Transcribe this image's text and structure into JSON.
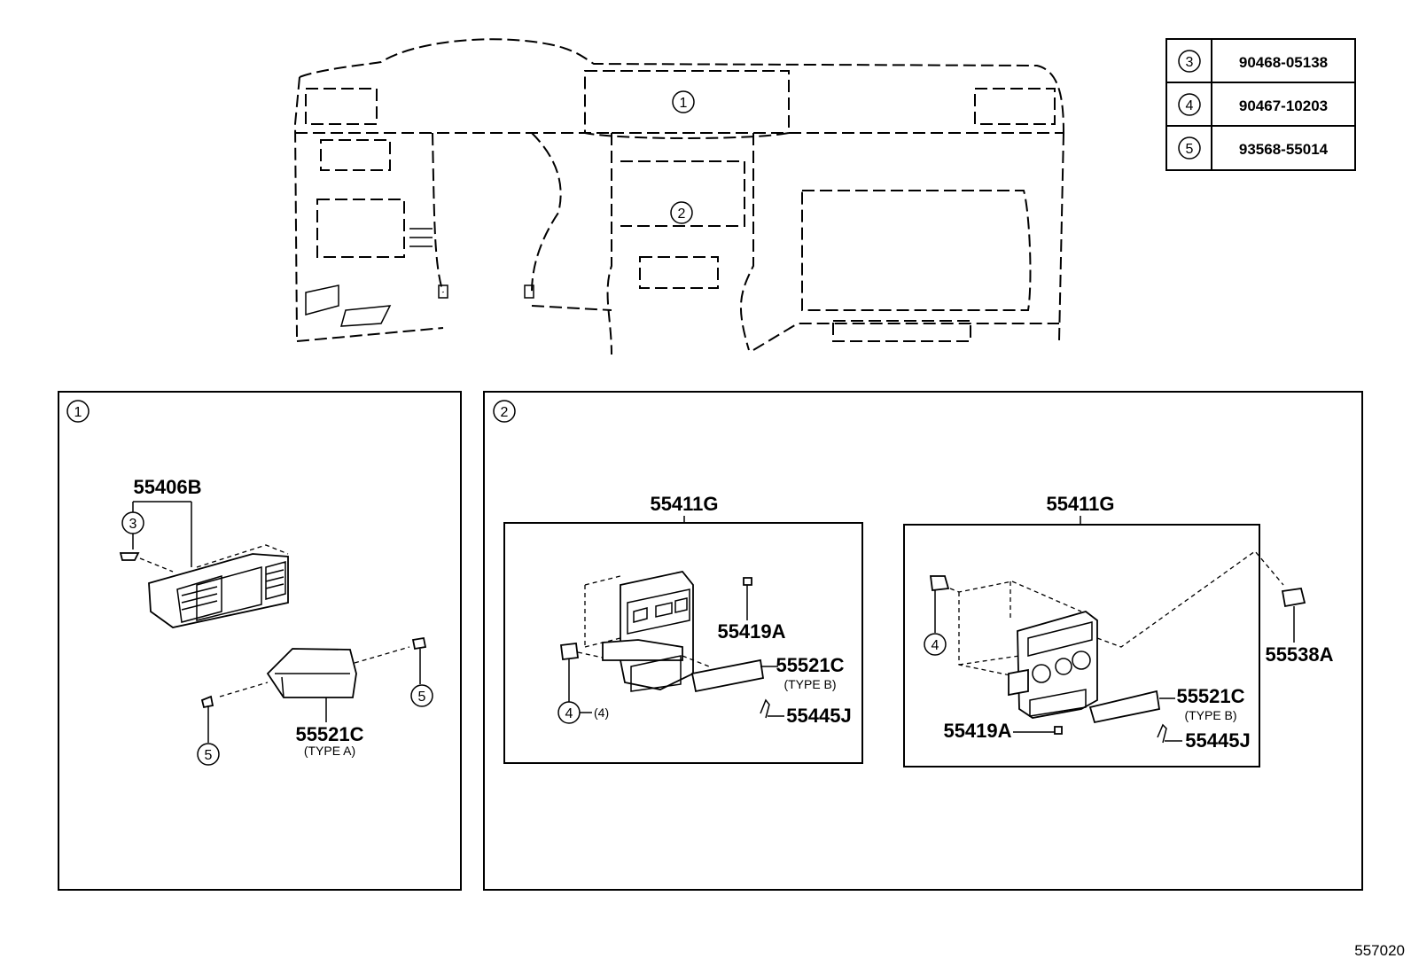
{
  "fastener_table": [
    {
      "ref": "3",
      "part_no": "90468-05138"
    },
    {
      "ref": "4",
      "part_no": "90467-10203"
    },
    {
      "ref": "5",
      "part_no": "93568-55014"
    }
  ],
  "overview": {
    "ref_1": "1",
    "ref_2": "2"
  },
  "panel_1": {
    "ref": "1",
    "part_55406B": "55406B",
    "callout_3": "3",
    "part_55521C": "55521C",
    "part_55521C_type": "(TYPE A)",
    "callout_5a": "5",
    "callout_5b": "5"
  },
  "panel_2": {
    "ref": "2",
    "left_group": {
      "title": "55411G",
      "part_55419A": "55419A",
      "part_55521C": "55521C",
      "part_55521C_type": "(TYPE B)",
      "part_55445J": "55445J",
      "callout_4": "4",
      "callout_4_qty": "(4)"
    },
    "right_group": {
      "title": "55411G",
      "part_55538A": "55538A",
      "part_55521C": "55521C",
      "part_55521C_type": "(TYPE B)",
      "part_55419A": "55419A",
      "part_55445J": "55445J",
      "callout_4": "4"
    }
  },
  "diagram_code": "557020"
}
